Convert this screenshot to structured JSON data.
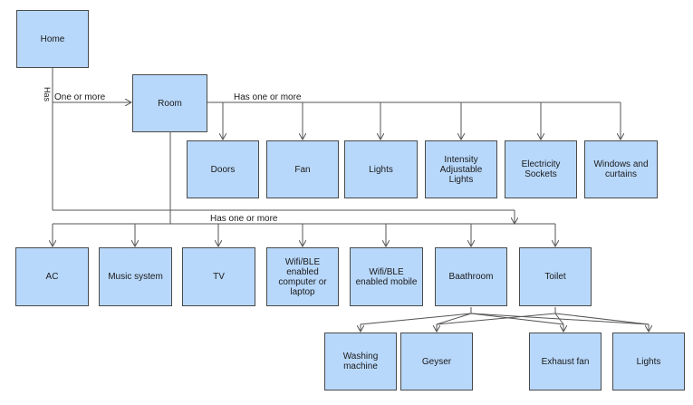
{
  "diagram": {
    "colors": {
      "node_fill": "#b8d8fb",
      "node_border": "#4a4a4a",
      "line": "#555555"
    },
    "nodes": {
      "home": "Home",
      "room": "Room",
      "doors": "Doors",
      "fan": "Fan",
      "lights_room": "Lights",
      "intensity_lights": "Intensity\nAdjustable\nLights",
      "electricity_sockets": "Electricity\nSockets",
      "windows_curtains": "Windows and\ncurtains",
      "ac": "AC",
      "music_system": "Music system",
      "tv": "TV",
      "wifi_computer": "Wifi/BLE\nenabled\ncomputer or\nlaptop",
      "wifi_mobile": "Wifi/BLE\nenabled mobile",
      "bathroom": "Baathroom",
      "toilet": "Toilet",
      "washing_machine": "Washing\nmachine",
      "geyser": "Geyser",
      "exhaust_fan": "Exhaust fan",
      "lights_toilet": "Lights"
    },
    "edge_labels": {
      "home_room": "One or more",
      "home_room_vertical": "Has",
      "room_fixtures": "Has one or more",
      "room_devices": "Has one or more"
    }
  }
}
